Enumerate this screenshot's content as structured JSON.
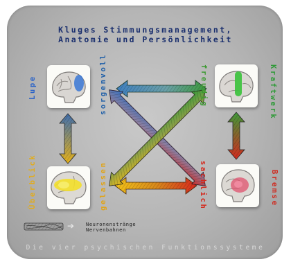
{
  "header": {
    "title_line1": "Kluges Stimmungsmanagement,",
    "title_line2": "Anatomie und Persönlichkeit"
  },
  "labels": {
    "lupe": "Lupe",
    "sorgenvoll": "sorgenvoll",
    "ueberblick": "Überblick",
    "gelassen": "gelassen",
    "freudig": "freudig",
    "kraftwerk": "Kraftwerk",
    "sachlich": "sachlich",
    "bremse": "Bremse"
  },
  "legend": {
    "line1": "Neuronenstränge",
    "line2": "Nervenbahnen",
    "arrow_glyph": "➔"
  },
  "footer": {
    "text": "Die vier psychischen Funktionssysteme"
  },
  "colors": {
    "title": "#1a2f6e",
    "lupe": "#2a63c8",
    "sorgenvoll": "#1f5fa8",
    "ueberblick": "#e2ac1c",
    "gelassen": "#e0a418",
    "freudig": "#3d9a32",
    "kraftwerk": "#2f9a38",
    "sachlich": "#d42a1e",
    "bremse": "#cf2a1f"
  },
  "icons": {
    "top_left": "brain-blue-region-icon",
    "bottom_left": "brain-yellow-region-icon",
    "top_right": "brain-green-region-icon",
    "bottom_right": "brain-red-region-icon"
  }
}
